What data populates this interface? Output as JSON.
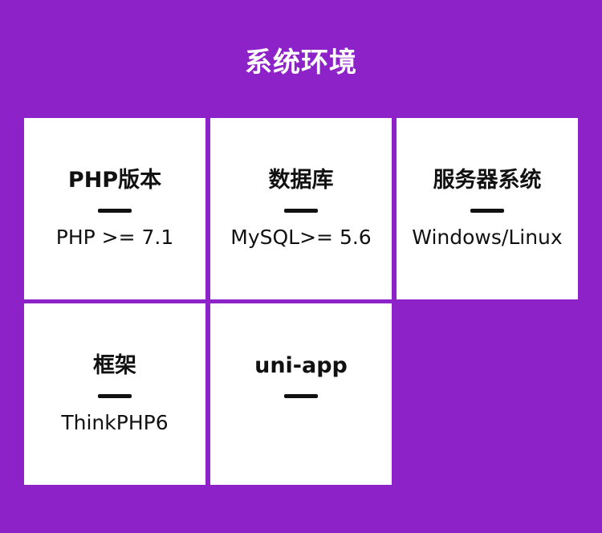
{
  "page": {
    "title": "系统环境"
  },
  "cards": [
    {
      "heading": "PHP版本",
      "value": "PHP >= 7.1"
    },
    {
      "heading": "数据库",
      "value": "MySQL>= 5.6"
    },
    {
      "heading": "服务器系统",
      "value": "Windows/Linux"
    },
    {
      "heading": "框架",
      "value": "ThinkPHP6"
    },
    {
      "heading": "uni-app",
      "value": ""
    }
  ],
  "colors": {
    "background": "#8e22c9",
    "card": "#ffffff",
    "text": "#111111"
  }
}
